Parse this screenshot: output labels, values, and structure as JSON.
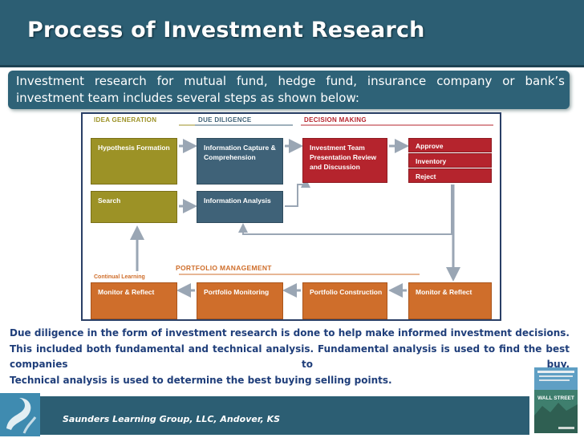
{
  "title": "Process of Investment Research",
  "intro": "Investment research for mutual fund, hedge fund, insurance company or bank’s investment team includes several steps as shown below:",
  "diagram": {
    "sections": {
      "idea_generation": "IDEA GENERATION",
      "due_diligence": "DUE DILIGENCE",
      "decision_making": "DECISION MAKING",
      "portfolio_management": "PORTFOLIO MANAGEMENT",
      "continual_learning": "Continual Learning"
    },
    "boxes": {
      "hypothesis_formation": "Hypothesis Formation",
      "search": "Search",
      "information_capture": "Information Capture & Comprehension",
      "information_analysis": "Information Analysis",
      "investment_team": "Investment Team Presentation Review and Discussion",
      "approve": "Approve",
      "inventory": "Inventory",
      "reject": "Reject",
      "monitor_reflect_left": "Monitor & Reflect",
      "portfolio_monitoring": "Portfolio Monitoring",
      "portfolio_construction": "Portfolio Construction",
      "monitor_reflect_right": "Monitor & Reflect"
    },
    "colors": {
      "idea": "#9c9226",
      "diligence": "#3f6278",
      "decision": "#b5242d",
      "portfolio": "#cf6e2b"
    }
  },
  "body": {
    "line1": "Due diligence in the form of investment research is done to help make informed investment decisions.",
    "line2": "This included both fundamental and technical analysis.  Fundamental analysis is used to find the best",
    "line3": "companies to buy.",
    "line4": "Technical analysis is used to determine the best buying selling points."
  },
  "footer": "Saunders Learning Group, LLC, Andover, KS",
  "book_cover": {
    "title": "WALL STREET"
  }
}
